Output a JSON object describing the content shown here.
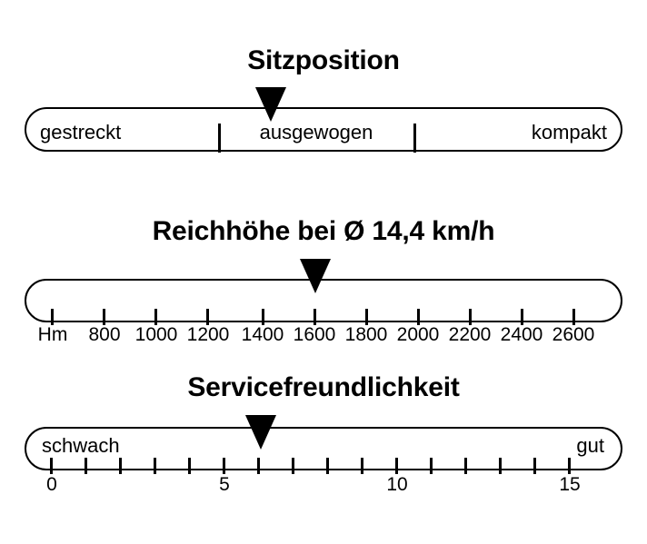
{
  "blocks": [
    {
      "id": "sitzposition",
      "title": "Sitzposition",
      "labels": {
        "left": "gestreckt",
        "middle": "ausgewogen",
        "right": "kompakt"
      },
      "marker_value": "ausgewogen"
    },
    {
      "id": "reichhoehe",
      "title": "Reichhöhe bei Ø 14,4 km/h",
      "unit_label": "Hm",
      "ticks": [
        "Hm",
        "800",
        "1000",
        "1200",
        "1400",
        "1600",
        "1800",
        "2000",
        "2200",
        "2400",
        "2600"
      ],
      "marker_value": "1600"
    },
    {
      "id": "servicefreundlichkeit",
      "title": "Servicefreundlichkeit",
      "labels": {
        "left": "schwach",
        "right": "gut"
      },
      "ticks": [
        "0",
        "1",
        "2",
        "3",
        "4",
        "5",
        "6",
        "7",
        "8",
        "9",
        "10",
        "11",
        "12",
        "13",
        "14",
        "15"
      ],
      "tick_labels": [
        "0",
        "5",
        "10",
        "15"
      ],
      "marker_value": "6"
    }
  ],
  "chart_data": {
    "type": "bar",
    "title": "Bewertungsskalen",
    "charts": [
      {
        "type": "bar",
        "title": "Sitzposition",
        "categories": [
          "gestreckt",
          "ausgewogen",
          "kompakt"
        ],
        "values": [
          null,
          1,
          null
        ],
        "marker_position_fraction": 0.42,
        "segments": 3,
        "xlabel": "",
        "ylabel": ""
      },
      {
        "type": "bar",
        "title": "Reichhöhe bei Ø 14,4 km/h",
        "categories": [
          "600",
          "800",
          "1000",
          "1200",
          "1400",
          "1600",
          "1800",
          "2000",
          "2200",
          "2400",
          "2600"
        ],
        "values": [
          1600
        ],
        "marker_value": 1600,
        "xlabel": "Hm",
        "ylabel": "",
        "xlim": [
          600,
          2600
        ]
      },
      {
        "type": "bar",
        "title": "Servicefreundlichkeit",
        "categories": [
          "0",
          "1",
          "2",
          "3",
          "4",
          "5",
          "6",
          "7",
          "8",
          "9",
          "10",
          "11",
          "12",
          "13",
          "14",
          "15"
        ],
        "values": [
          6
        ],
        "marker_value": 6,
        "xlabel": "",
        "ylabel": "",
        "xlim": [
          0,
          15
        ]
      }
    ],
    "colors": {
      "ink": "#000000",
      "background": "#ffffff"
    }
  },
  "colors": {
    "ink": "#000000",
    "background": "#ffffff"
  }
}
